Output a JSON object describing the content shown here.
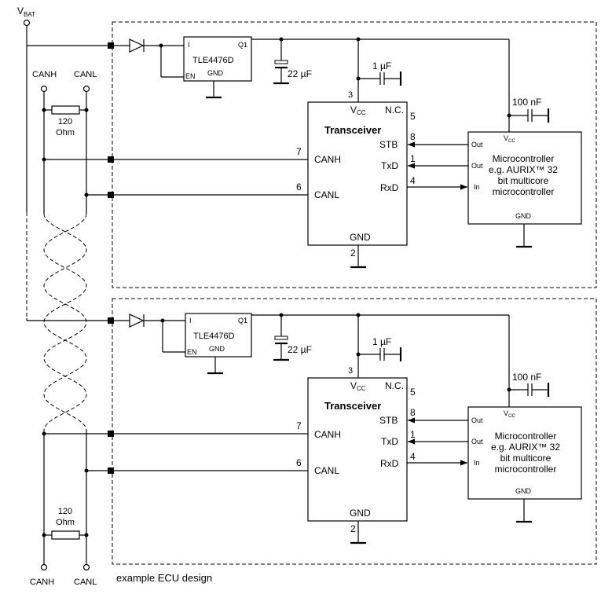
{
  "terminals": {
    "vbat": "V",
    "vbat_sub": "BAT",
    "canh": "CANH",
    "canl": "CANL"
  },
  "termination": {
    "value": "120",
    "unit": "Ohm"
  },
  "regulator": {
    "name": "TLE4476D",
    "pin_in": "I",
    "pin_out": "Q1",
    "pin_en": "EN",
    "pin_gnd": "GND"
  },
  "bulk_cap": "22 µF",
  "transceiver": {
    "title": "Transceiver",
    "vcc": "V",
    "vcc_sub": "CC",
    "nc": "N.C.",
    "stb": "STB",
    "txd": "TxD",
    "rxd": "RxD",
    "canh": "CANH",
    "canl": "CANL",
    "gnd": "GND",
    "decoupling": "1 µF",
    "pins": {
      "vcc": "3",
      "nc": "5",
      "stb": "8",
      "txd": "1",
      "rxd": "4",
      "canh": "7",
      "canl": "6",
      "gnd": "2"
    }
  },
  "microcontroller": {
    "lines": [
      "Microcontroller",
      "e.g. AURIX™ 32",
      "bit multicore",
      "microcontroller"
    ],
    "out1": "Out",
    "out2": "Out",
    "in": "In",
    "vcc": "V",
    "vcc_sub": "CC",
    "gnd": "GND",
    "decoupling": "100 nF"
  },
  "caption": "example ECU design"
}
